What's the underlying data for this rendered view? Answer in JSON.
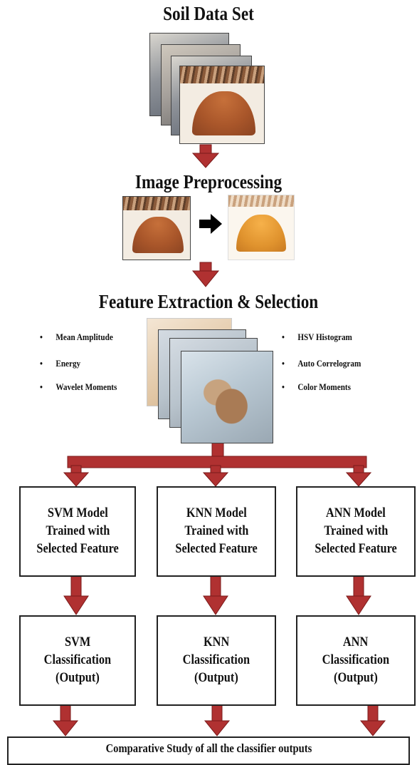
{
  "titles": {
    "dataset": "Soil Data Set",
    "preprocessing": "Image Preprocessing",
    "feature": "Feature Extraction & Selection"
  },
  "features_left": [
    "Mean Amplitude",
    "Energy",
    "Wavelet Moments"
  ],
  "features_right": [
    "HSV Histogram",
    "Auto Correlogram",
    "Color Moments"
  ],
  "bullet_char": "•",
  "models": [
    {
      "lines": [
        "SVM Model",
        "Trained with",
        "Selected Feature"
      ]
    },
    {
      "lines": [
        "KNN Model",
        "Trained with",
        "Selected Feature"
      ]
    },
    {
      "lines": [
        "ANN Model",
        "Trained with",
        "Selected Feature"
      ]
    }
  ],
  "classifications": [
    {
      "lines": [
        "SVM",
        "Classification",
        "(Output)"
      ]
    },
    {
      "lines": [
        "KNN",
        "Classification",
        "(Output)"
      ]
    },
    {
      "lines": [
        "ANN",
        "Classification",
        "(Output)"
      ]
    }
  ],
  "comparative": "Comparative Study of all the classifier outputs",
  "colors": {
    "arrow": "#b03131",
    "arrow_stroke": "#7a1a1a",
    "black_arrow": "#000000"
  }
}
